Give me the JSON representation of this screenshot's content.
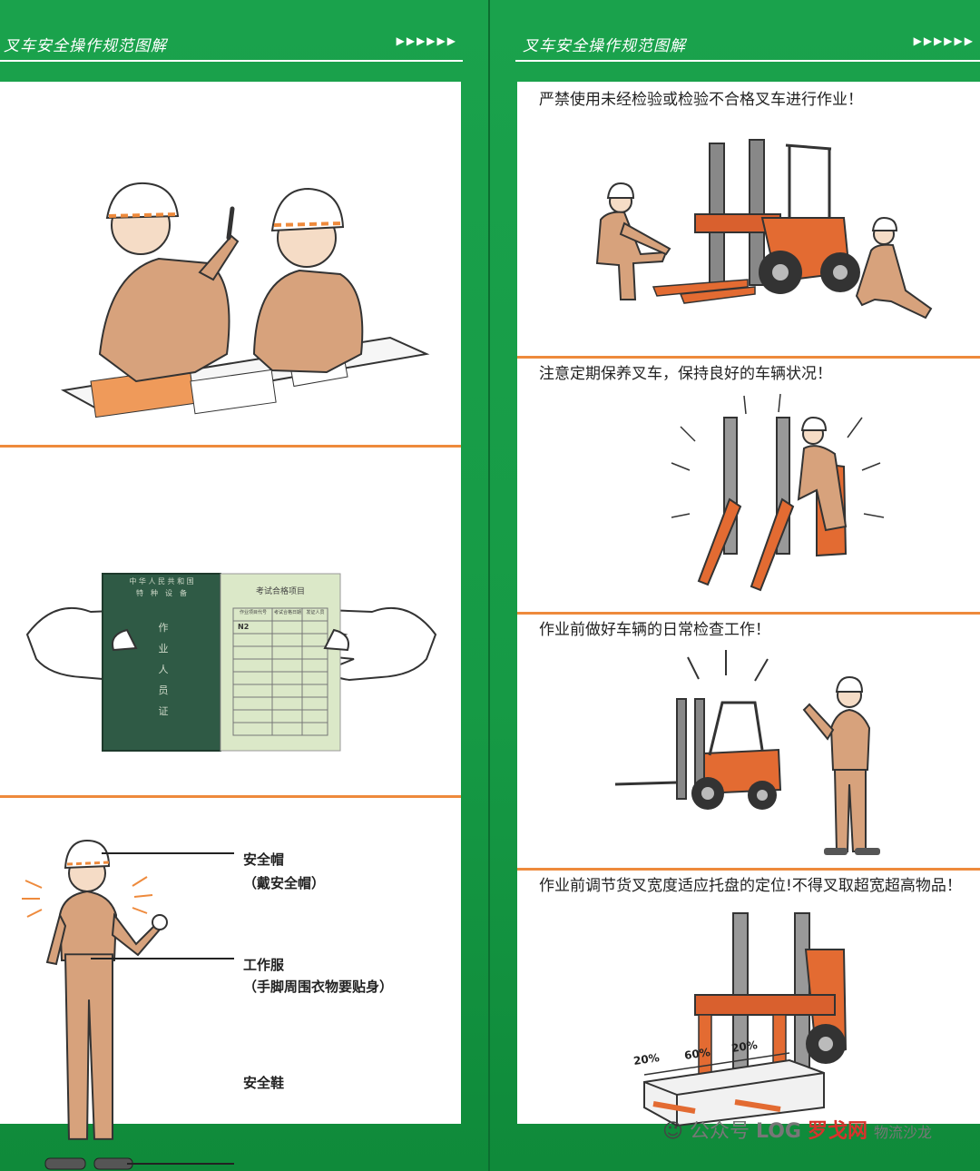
{
  "header": {
    "title": "叉车安全操作规范图解",
    "arrows": "▶▶▶▶▶▶"
  },
  "left": {
    "labels": {
      "helmet": "安全帽",
      "helmet_note": "（戴安全帽）",
      "uniform": "工作服",
      "uniform_note": "（手脚周围衣物要贴身）",
      "shoes": "安全鞋"
    },
    "certificate": {
      "cover_line1": "中 华 人 民 共 和 国",
      "cover_line2": "特　种　设　备",
      "cover_vertical": [
        "作",
        "业",
        "人",
        "员",
        "证"
      ],
      "page_title": "考试合格项目",
      "col1": "作业项目代号",
      "col2": "考试合格日期",
      "col3": "发证人员",
      "row_code": "N2"
    }
  },
  "right": {
    "captions": [
      "严禁使用未经检验或检验不合格叉车进行作业！",
      "注意定期保养叉车，保持良好的车辆状况！",
      "作业前做好车辆的日常检查工作！",
      "作业前调节货叉宽度适应托盘的定位!不得叉取超宽超高物品！"
    ],
    "fork_percents": [
      "20%",
      "60%",
      "20%"
    ]
  },
  "watermark": {
    "account": "公众号",
    "brand": "LOG",
    "site": "罗戈网",
    "partial": "物流沙龙"
  },
  "colors": {
    "green": "#1aa24c",
    "orange": "#ee8a3c",
    "uniform": "#d7a27c",
    "cert_cover": "#2f5a45",
    "cert_page": "#dbe8c8"
  }
}
